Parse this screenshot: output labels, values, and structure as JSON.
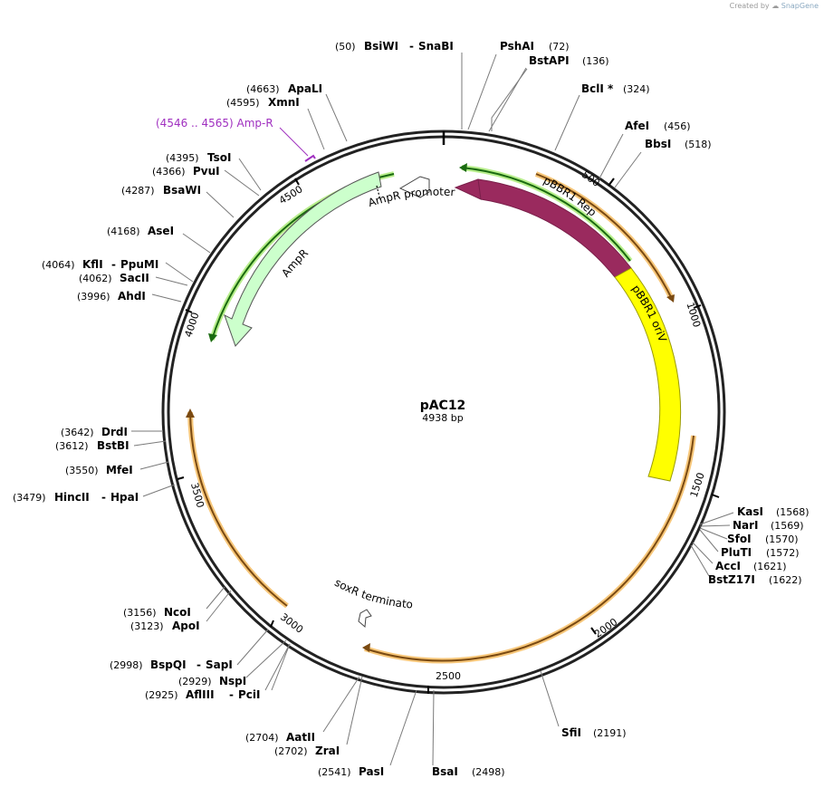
{
  "credit": {
    "prefix": "Created by",
    "brand": "SnapGene"
  },
  "plasmid": {
    "name": "pAC12",
    "length_label": "4938 bp"
  },
  "ticks": [
    "500",
    "1000",
    "1500",
    "2000",
    "2500",
    "3000",
    "3500",
    "4000",
    "4500"
  ],
  "features": {
    "rep_label": "pBBR1 Rep",
    "oriv_label": "pBBR1 oriV",
    "ampr_label": "AmpR",
    "ampr_promoter_label": "AmpR promoter",
    "soxr_label": "soxR terminator",
    "primer_label": "(4546 .. 4565)  Amp-R"
  },
  "sites": [
    {
      "name": "BsiWI",
      "pos": "(50)"
    },
    {
      "name": "SnaBI",
      "pos": ""
    },
    {
      "name": "PshAI",
      "pos": "(72)"
    },
    {
      "name": "BstAPI",
      "pos": "(136)"
    },
    {
      "name": "BclI *",
      "pos": "(324)"
    },
    {
      "name": "AfeI",
      "pos": "(456)"
    },
    {
      "name": "BbsI",
      "pos": "(518)"
    },
    {
      "name": "KasI",
      "pos": "(1568)"
    },
    {
      "name": "NarI",
      "pos": "(1569)"
    },
    {
      "name": "SfoI",
      "pos": "(1570)"
    },
    {
      "name": "PluTI",
      "pos": "(1572)"
    },
    {
      "name": "AccI",
      "pos": "(1621)"
    },
    {
      "name": "BstZ17I",
      "pos": "(1622)"
    },
    {
      "name": "SfiI",
      "pos": "(2191)"
    },
    {
      "name": "BsaI",
      "pos": "(2498)"
    },
    {
      "name": "PasI",
      "pos": "(2541)"
    },
    {
      "name": "ZraI",
      "pos": "(2702)"
    },
    {
      "name": "AatII",
      "pos": "(2704)"
    },
    {
      "name": "AflIII",
      "pos": "(2925)"
    },
    {
      "name": "PciI",
      "pos": ""
    },
    {
      "name": "NspI",
      "pos": "(2929)"
    },
    {
      "name": "BspQI",
      "pos": "(2998)"
    },
    {
      "name": "SapI",
      "pos": ""
    },
    {
      "name": "ApoI",
      "pos": "(3123)"
    },
    {
      "name": "NcoI",
      "pos": "(3156)"
    },
    {
      "name": "HincII",
      "pos": "(3479)"
    },
    {
      "name": "HpaI",
      "pos": ""
    },
    {
      "name": "MfeI",
      "pos": "(3550)"
    },
    {
      "name": "BstBI",
      "pos": "(3612)"
    },
    {
      "name": "DrdI",
      "pos": "(3642)"
    },
    {
      "name": "AhdI",
      "pos": "(3996)"
    },
    {
      "name": "SacII",
      "pos": "(4062)"
    },
    {
      "name": "KflI",
      "pos": "(4064)"
    },
    {
      "name": "PpuMI",
      "pos": ""
    },
    {
      "name": "AseI",
      "pos": "(4168)"
    },
    {
      "name": "BsaWI",
      "pos": "(4287)"
    },
    {
      "name": "PvuI",
      "pos": "(4366)"
    },
    {
      "name": "TsoI",
      "pos": "(4395)"
    },
    {
      "name": "XmnI",
      "pos": "(4595)"
    },
    {
      "name": "ApaLI",
      "pos": "(4663)"
    }
  ],
  "colors": {
    "backbone": "#222222",
    "rep": "#9a2a5e",
    "oriv": "#ffff00",
    "ampr": "#ccffcc",
    "green_orf": "#1a6a10",
    "orange_orf": "#7a4a12",
    "orange_glow": "#f7c77a",
    "green_glow": "#b8ee8c",
    "primer": "#a030c0"
  }
}
